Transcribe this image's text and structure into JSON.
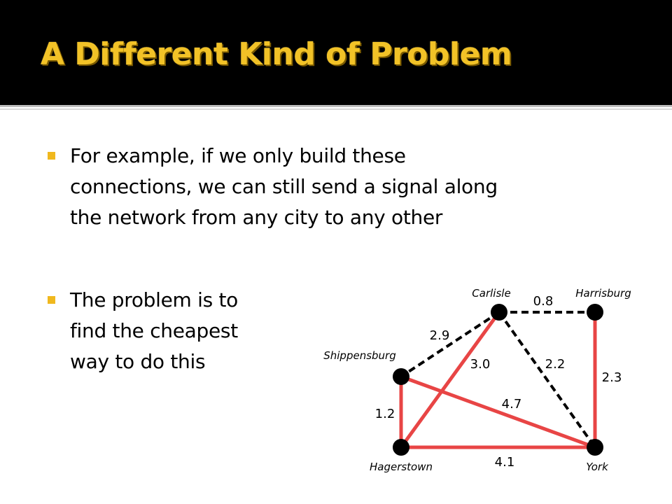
{
  "slide": {
    "title": "A Different Kind of Problem",
    "bullets": [
      {
        "lines": [
          "For example, if we only build these",
          "connections, we can still send a signal along",
          "the network from any city to any other"
        ]
      },
      {
        "lines": [
          "The problem is to",
          "find the cheapest",
          "way to do this"
        ]
      }
    ]
  },
  "graph": {
    "colors": {
      "solid_edge": "#e84545",
      "dashed_edge": "#000000",
      "node": "#000000"
    },
    "nodes": [
      {
        "id": "carlisle",
        "label": "Carlisle"
      },
      {
        "id": "harrisburg",
        "label": "Harrisburg"
      },
      {
        "id": "shippensburg",
        "label": "Shippensburg"
      },
      {
        "id": "hagerstown",
        "label": "Hagerstown"
      },
      {
        "id": "york",
        "label": "York"
      }
    ],
    "edges": [
      {
        "from": "carlisle",
        "to": "harrisburg",
        "weight": "0.8",
        "style": "dashed"
      },
      {
        "from": "carlisle",
        "to": "shippensburg",
        "weight": "2.9",
        "style": "dashed"
      },
      {
        "from": "carlisle",
        "to": "york",
        "weight": "2.2",
        "style": "dashed"
      },
      {
        "from": "carlisle",
        "to": "hagerstown",
        "weight": "3.0",
        "style": "solid"
      },
      {
        "from": "harrisburg",
        "to": "york",
        "weight": "2.3",
        "style": "solid"
      },
      {
        "from": "shippensburg",
        "to": "york",
        "weight": "4.7",
        "style": "solid"
      },
      {
        "from": "shippensburg",
        "to": "hagerstown",
        "weight": "1.2",
        "style": "solid"
      },
      {
        "from": "hagerstown",
        "to": "york",
        "weight": "4.1",
        "style": "solid"
      }
    ]
  }
}
